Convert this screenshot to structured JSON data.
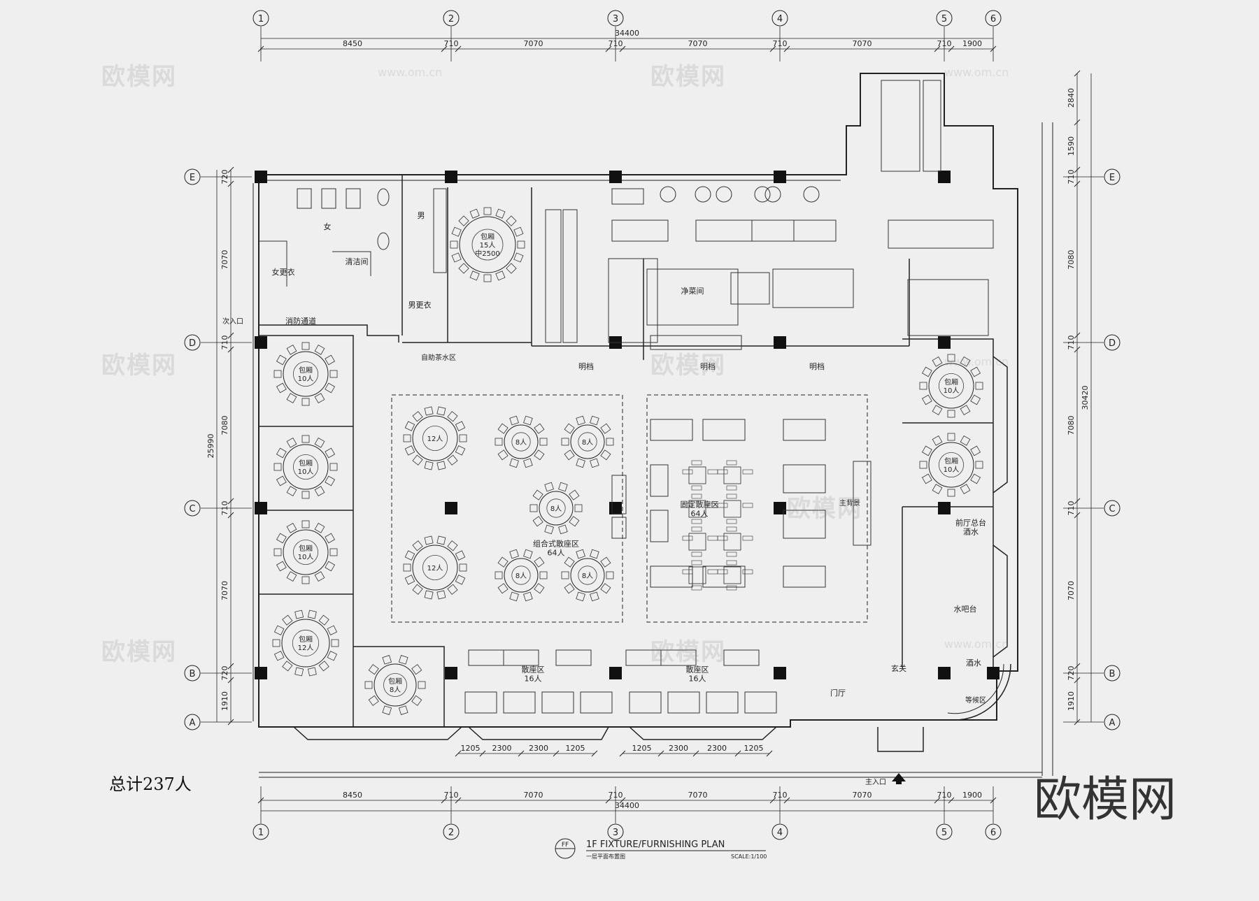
{
  "grid_cols": [
    "1",
    "2",
    "3",
    "4",
    "5",
    "6"
  ],
  "grid_rows": [
    "E",
    "D",
    "C",
    "B",
    "A"
  ],
  "dims_top": [
    "8450",
    "710",
    "7070",
    "710",
    "7070",
    "710",
    "7070",
    "710",
    "1900"
  ],
  "dim_total_h": "34400",
  "dims_left": [
    "720",
    "7070",
    "710",
    "7080",
    "710",
    "7070",
    "720",
    "1910"
  ],
  "dim_total_left": "25990",
  "dims_right": [
    "2840",
    "1590",
    "710",
    "7080",
    "710",
    "7080",
    "710",
    "7070",
    "720",
    "1910"
  ],
  "dim_total_right": "30420",
  "dims_bottom_seg": [
    "1205",
    "2300",
    "2300",
    "1205",
    "1205",
    "2300",
    "2300",
    "1205"
  ],
  "rooms": {
    "women": "女",
    "men": "男",
    "clean_room": "清洁间",
    "women_change": "女更衣",
    "men_change": "男更衣",
    "fire_passage": "消防通道",
    "side_entry": "次入口",
    "kitchen_tea": "自助茶水区",
    "vip15": "包厢\n15人\n中2500",
    "vip10": "包厢\n10人",
    "vip12": "包厢\n12人",
    "vip8": "包厢\n8人",
    "t12": "12人",
    "t8": "8人",
    "wash": "净菜间",
    "pass": "明档",
    "combo_area": "组合式散座区\n64人",
    "fixed_area": "固定散座区\n64人",
    "loose16": "散座区\n16人",
    "lobby": "门厅",
    "entrance": "主入口",
    "waiting": "等候区",
    "wine": "酒水",
    "bar": "水吧台",
    "cashier": "前厅总台\n酒水",
    "xuanguan": "玄关",
    "vestibule": "主背景"
  },
  "title_main": "1F  FIXTURE/FURNISHING PLAN",
  "title_sub": "一层平面布置图",
  "scale": "SCALE:1/100",
  "title_tag": "FF",
  "total": "总计237人",
  "brand": "欧模网",
  "watermark": "欧模网",
  "watermark_url": "www.om.cn"
}
